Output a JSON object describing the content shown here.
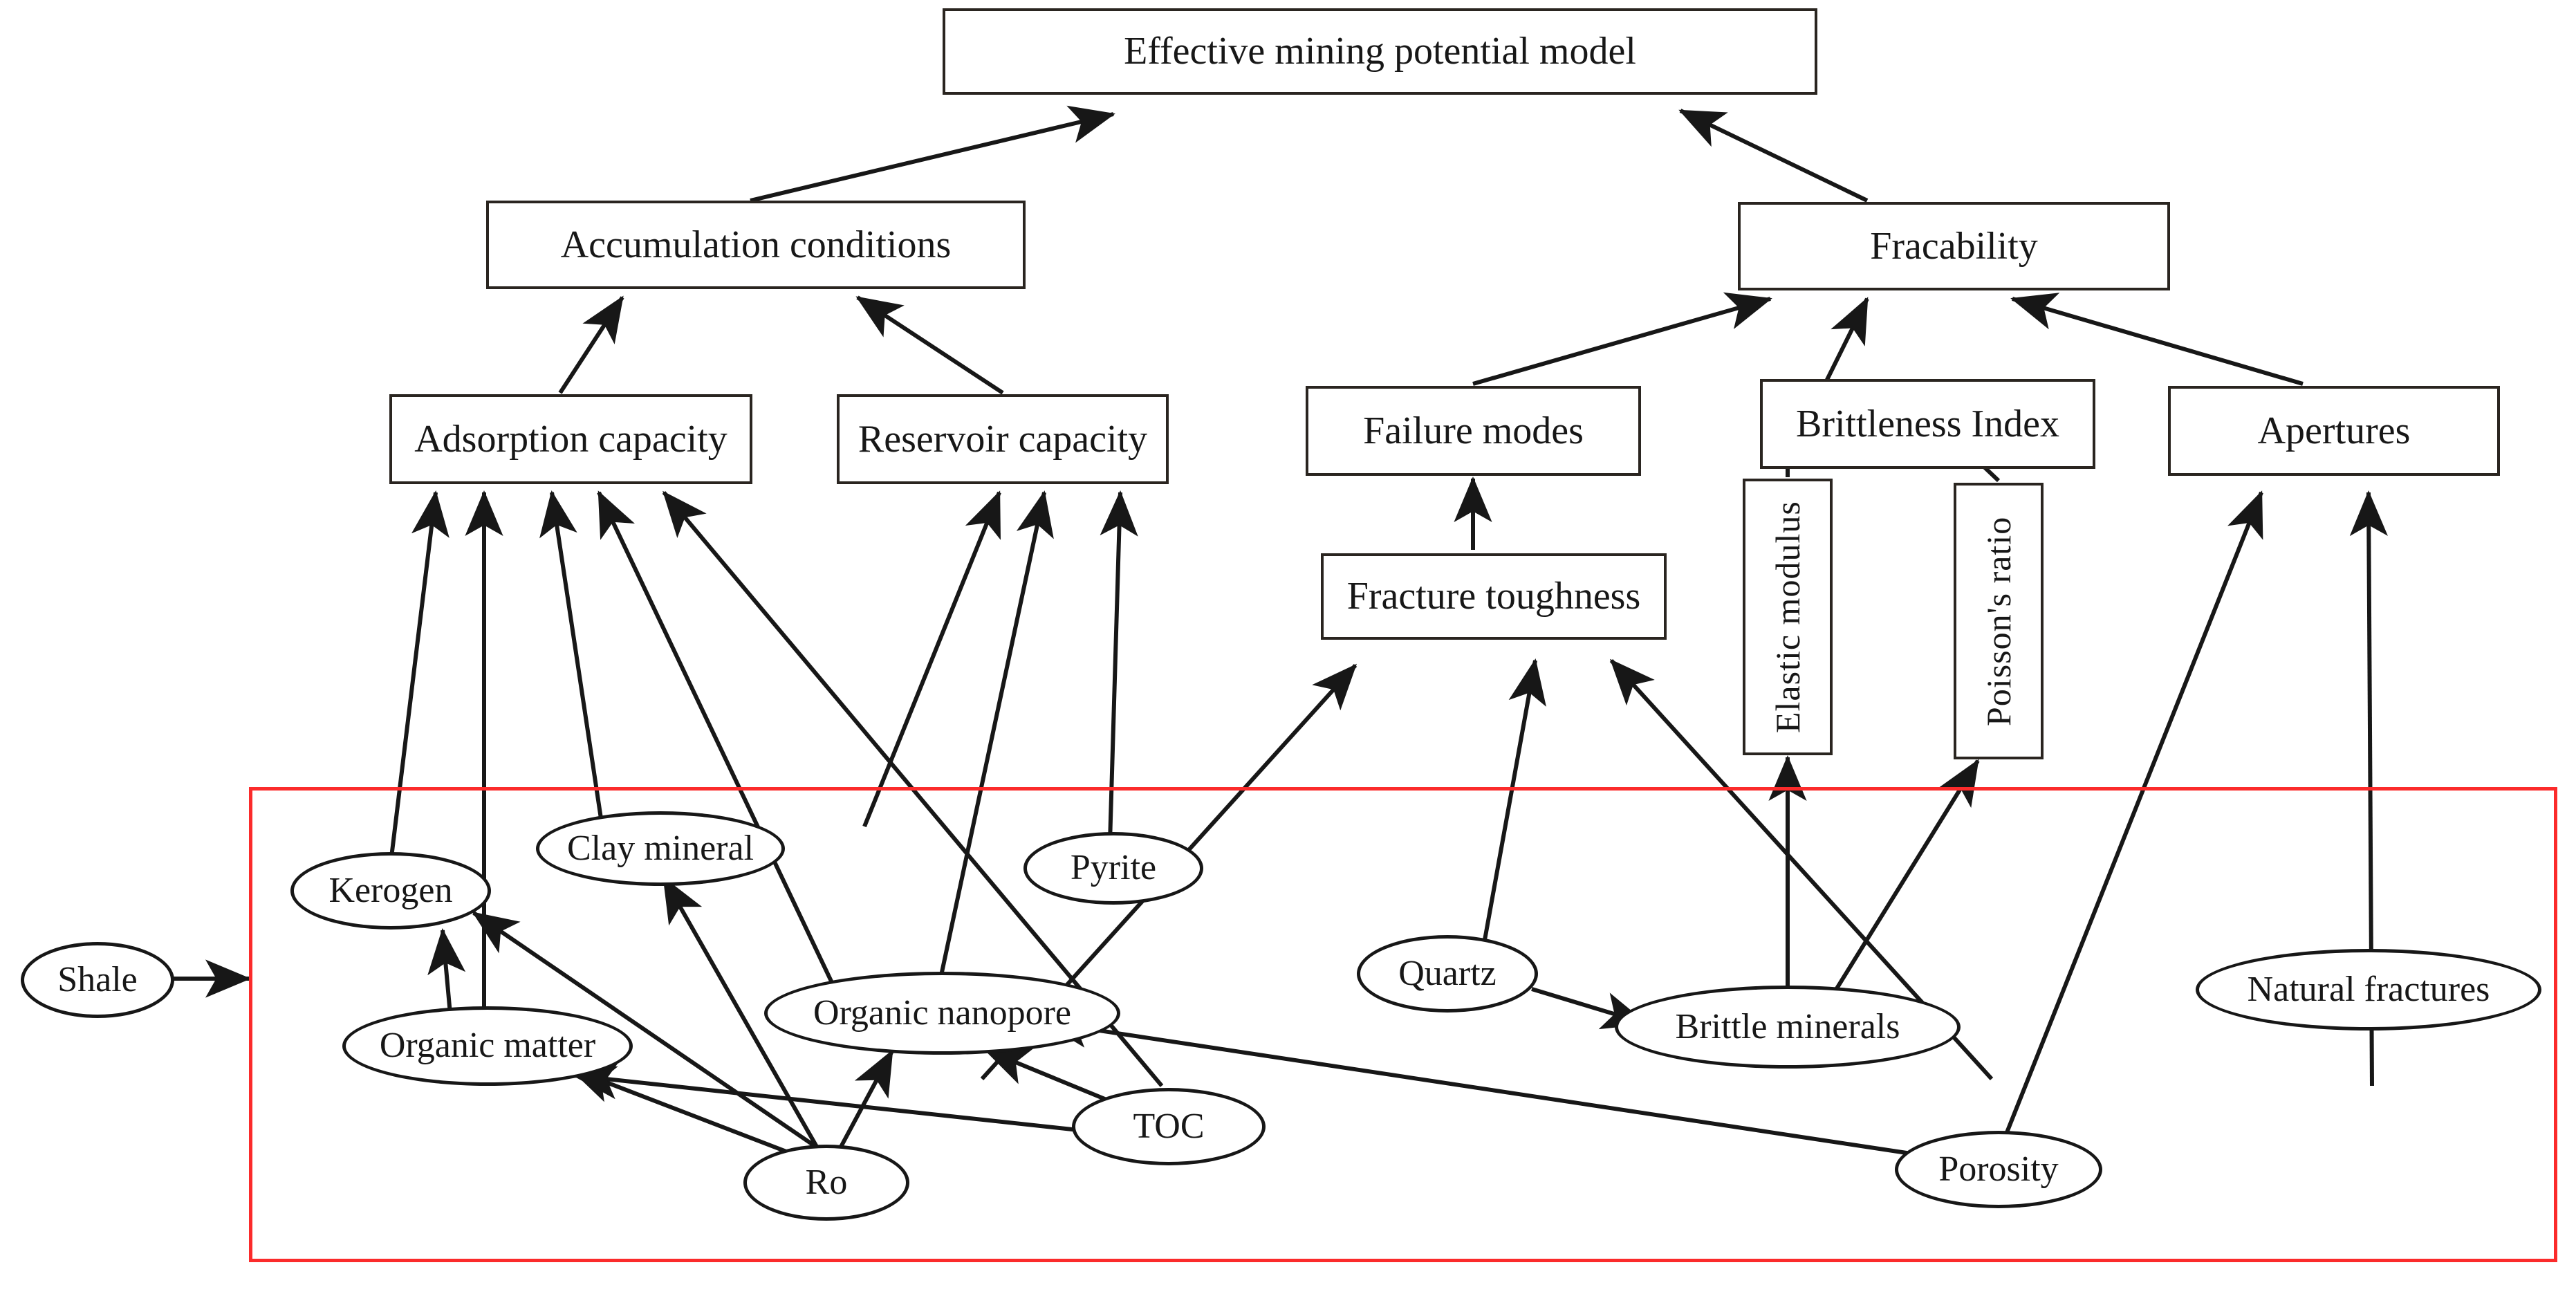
{
  "diagram": {
    "title": "Shale effective mining potential model hierarchy",
    "red_frame_color": "#fb2b2b",
    "line_color": "#171717",
    "nodes": {
      "effective_mining_potential_model": "Effective mining potential model",
      "accumulation_conditions": "Accumulation  conditions",
      "fracability": "Fracability",
      "adsorption_capacity": "Adsorption capacity",
      "reservoir_capacity": "Reservoir capacity",
      "failure_modes": "Failure modes",
      "brittleness_index": "Brittleness Index",
      "apertures": "Apertures",
      "fracture_toughness": "Fracture toughness",
      "elastic_modulus": "Elastic modulus",
      "poissons_ratio": "Poisson's ratio",
      "shale": "Shale",
      "kerogen": "Kerogen",
      "clay_mineral": "Clay mineral",
      "pyrite": "Pyrite",
      "organic_matter": "Organic matter",
      "organic_nanopore": "Organic nanopore",
      "quartz": "Quartz",
      "brittle_minerals": "Brittle minerals",
      "natural_fractures": "Natural fractures",
      "toc": "TOC",
      "ro": "Ro",
      "porosity": "Porosity"
    },
    "edges": [
      {
        "from": "accumulation_conditions",
        "to": "effective_mining_potential_model"
      },
      {
        "from": "fracability",
        "to": "effective_mining_potential_model"
      },
      {
        "from": "adsorption_capacity",
        "to": "accumulation_conditions"
      },
      {
        "from": "reservoir_capacity",
        "to": "accumulation_conditions"
      },
      {
        "from": "failure_modes",
        "to": "fracability"
      },
      {
        "from": "brittleness_index",
        "to": "fracability"
      },
      {
        "from": "apertures",
        "to": "fracability"
      },
      {
        "from": "fracture_toughness",
        "to": "failure_modes"
      },
      {
        "from": "elastic_modulus",
        "to": "brittleness_index"
      },
      {
        "from": "poissons_ratio",
        "to": "brittleness_index"
      },
      {
        "from": "shale",
        "to": "red_frame"
      },
      {
        "from": "kerogen",
        "to": "adsorption_capacity"
      },
      {
        "from": "organic_matter",
        "to": "adsorption_capacity"
      },
      {
        "from": "clay_mineral",
        "to": "adsorption_capacity"
      },
      {
        "from": "organic_nanopore",
        "to": "adsorption_capacity"
      },
      {
        "from": "toc",
        "to": "adsorption_capacity"
      },
      {
        "from": "organic_nanopore",
        "to": "reservoir_capacity"
      },
      {
        "from": "pyrite",
        "to": "reservoir_capacity"
      },
      {
        "from": "clay_mineral",
        "to": "reservoir_capacity"
      },
      {
        "from": "quartz",
        "to": "fracture_toughness"
      },
      {
        "from": "brittle_minerals",
        "to": "fracture_toughness"
      },
      {
        "from": "porosity",
        "to": "fracture_toughness"
      },
      {
        "from": "brittle_minerals",
        "to": "elastic_modulus"
      },
      {
        "from": "brittle_minerals",
        "to": "poissons_ratio"
      },
      {
        "from": "porosity",
        "to": "apertures"
      },
      {
        "from": "natural_fractures",
        "to": "apertures"
      },
      {
        "from": "organic_matter",
        "to": "kerogen"
      },
      {
        "from": "ro",
        "to": "kerogen"
      },
      {
        "from": "ro",
        "to": "organic_matter"
      },
      {
        "from": "ro",
        "to": "clay_mineral"
      },
      {
        "from": "ro",
        "to": "organic_nanopore"
      },
      {
        "from": "toc",
        "to": "organic_nanopore"
      },
      {
        "from": "toc",
        "to": "organic_matter"
      },
      {
        "from": "porosity",
        "to": "organic_nanopore"
      },
      {
        "from": "quartz",
        "to": "brittle_minerals"
      }
    ]
  }
}
